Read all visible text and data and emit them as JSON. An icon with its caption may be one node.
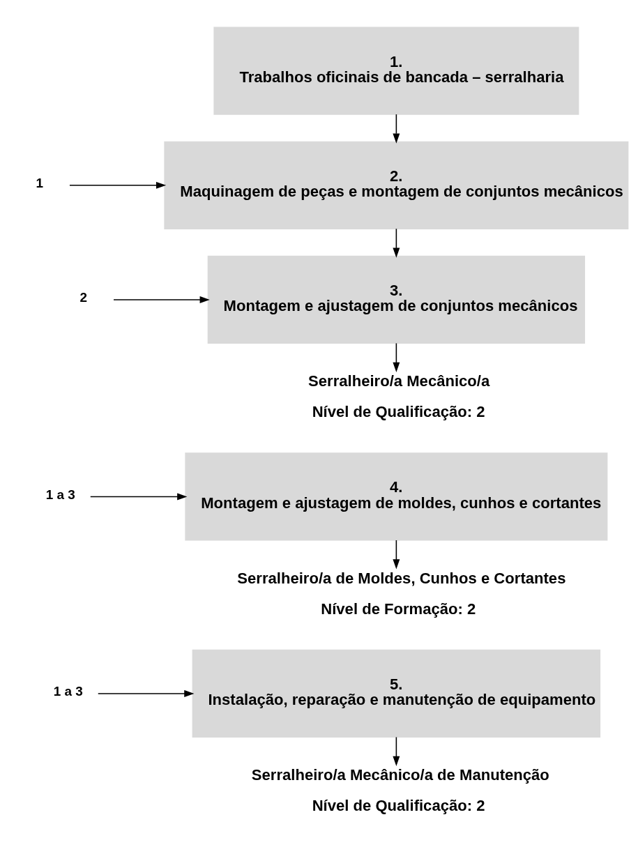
{
  "diagram": {
    "nodes": [
      {
        "text": [
          "1.",
          "Trabalhos oficinais de bancada – serralharia"
        ]
      },
      {
        "text": [
          "2.",
          "Maquinagem de peças e montagem de conjuntos mecânicos"
        ]
      },
      {
        "text": [
          "3.",
          "Montagem e ajustagem de conjuntos mecânicos"
        ]
      },
      {
        "text": [
          "Serralheiro/a Mecânico/a",
          "Nível de Qualificação: 2"
        ]
      },
      {
        "text": [
          "4.",
          "Montagem e ajustagem de moldes, cunhos e cortantes"
        ]
      },
      {
        "text": [
          "Serralheiro/a de Moldes, Cunhos e Cortantes",
          "Nível de Formação: 2"
        ]
      },
      {
        "text": [
          "5.",
          "Instalação, reparação e manutenção de equipamento"
        ]
      },
      {
        "text": [
          "Serralheiro/a Mecânico/a de Manutenção",
          "Nível de Qualificação: 2"
        ]
      },
      {
        "text": [
          "1"
        ]
      },
      {
        "text": [
          "2"
        ]
      },
      {
        "text": [
          "1 a 3"
        ]
      },
      {
        "text": [
          "1 a 3"
        ]
      }
    ],
    "edges": [
      {
        "from": 0,
        "to": 1,
        "arrow": "to"
      },
      {
        "from": 1,
        "to": 2,
        "arrow": "to"
      },
      {
        "from": 2,
        "to": 3,
        "arrow": "to"
      },
      {
        "from": 4,
        "to": 5,
        "arrow": "to"
      },
      {
        "from": 6,
        "to": 7,
        "arrow": "to"
      },
      {
        "from": 8,
        "to": 1,
        "arrow": "to"
      },
      {
        "from": 9,
        "to": 2,
        "arrow": "to"
      },
      {
        "from": 10,
        "to": 4,
        "arrow": "to"
      },
      {
        "from": 11,
        "to": 6,
        "arrow": "to"
      }
    ]
  }
}
